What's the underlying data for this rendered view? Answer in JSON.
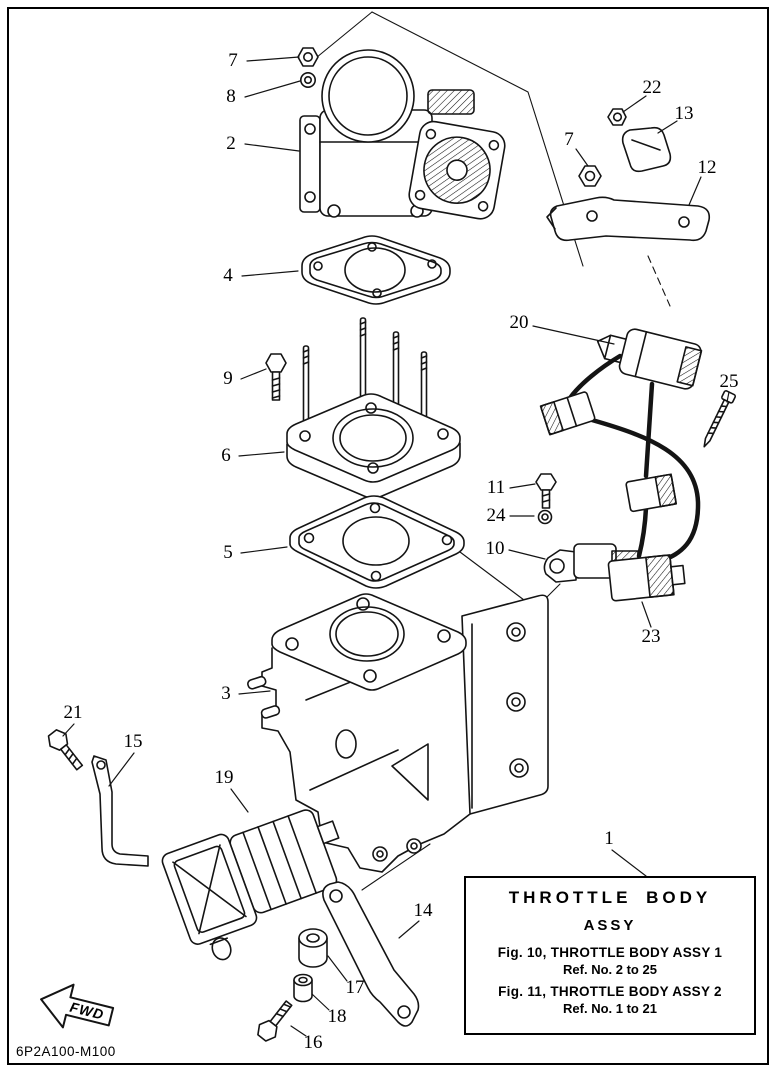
{
  "meta": {
    "drawing_code": "6P2A100-M100"
  },
  "fwd": {
    "label": "FWD"
  },
  "info_box": {
    "title": "THROTTLE BODY",
    "subtitle": "ASSY",
    "fig1": "Fig. 10, THROTTLE  BODY ASSY 1",
    "ref1": "Ref. No. 2 to 25",
    "fig2": "Fig. 11, THROTTLE  BODY ASSY 2",
    "ref2": "Ref. No. 1 to 21"
  },
  "callouts": [
    {
      "ref": "7"
    },
    {
      "ref": "8"
    },
    {
      "ref": "2"
    },
    {
      "ref": "22"
    },
    {
      "ref": "13"
    },
    {
      "ref": "7"
    },
    {
      "ref": "12"
    },
    {
      "ref": "4"
    },
    {
      "ref": "20"
    },
    {
      "ref": "9"
    },
    {
      "ref": "25"
    },
    {
      "ref": "6"
    },
    {
      "ref": "11"
    },
    {
      "ref": "24"
    },
    {
      "ref": "5"
    },
    {
      "ref": "10"
    },
    {
      "ref": "23"
    },
    {
      "ref": "3"
    },
    {
      "ref": "21"
    },
    {
      "ref": "15"
    },
    {
      "ref": "19"
    },
    {
      "ref": "1"
    },
    {
      "ref": "14"
    },
    {
      "ref": "17"
    },
    {
      "ref": "18"
    },
    {
      "ref": "16"
    }
  ]
}
